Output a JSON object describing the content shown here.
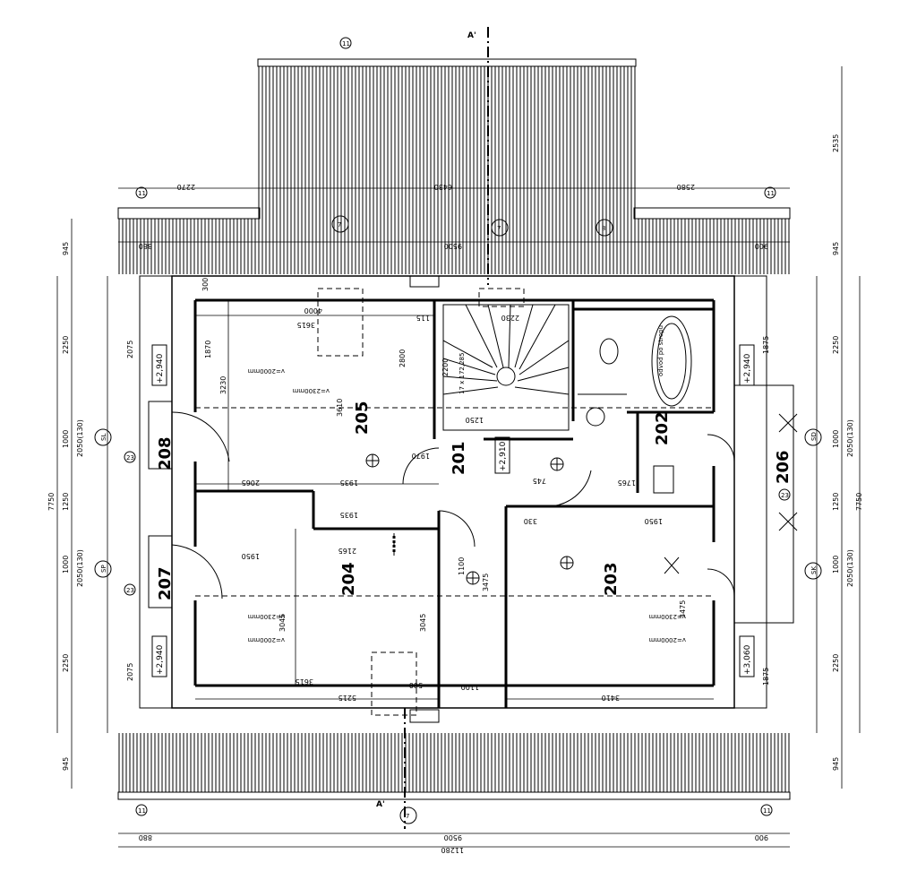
{
  "rooms": [
    {
      "number": "201"
    },
    {
      "number": "202"
    },
    {
      "number": "203"
    },
    {
      "number": "204"
    },
    {
      "number": "205"
    },
    {
      "number": "206"
    },
    {
      "number": "207"
    },
    {
      "number": "208"
    }
  ],
  "levels": {
    "nw": "+2,940",
    "sw": "+2,940",
    "ne": "+2,940",
    "se": "+3,060",
    "center1": "+2,910"
  },
  "heights": {
    "h205a": "v=2000mm",
    "h205b": "v=2300mm",
    "h204a": "v=2300mm",
    "h204b": "v=2000mm",
    "h203a": "v=2300mm",
    "h203b": "v=2000mm"
  },
  "section": {
    "label_top": "A'",
    "label_bottom": "A'",
    "axis": "7"
  },
  "dims_left": [
    "945",
    "2250",
    "1000",
    "1250",
    "1000",
    "2250",
    "945"
  ],
  "dims_left_outer": "7750",
  "dims_left_inner": [
    "2075",
    "2050(130)",
    "2050(130)",
    "2075"
  ],
  "dims_right": [
    "2535",
    "945",
    "2250",
    "1000",
    "1250",
    "1000",
    "2250",
    "945"
  ],
  "dims_right_outer": "7750",
  "dims_right_inner": [
    "1875",
    "2050(130)",
    "2050(130)",
    "1875"
  ],
  "dims_bottom": [
    "880",
    "9500",
    "900"
  ],
  "dims_bottom_total": "11280",
  "dims_top": [
    "2270",
    "6430",
    "2580"
  ],
  "dims_top_inner": [
    "880",
    "9500",
    "900"
  ],
  "room_dims": {
    "r205_w": "4000",
    "r205_w2": "3615",
    "r205_h": "3230",
    "r205_h2": "2800",
    "r205_h3": "3610",
    "r205_h4": "1870",
    "r204_w": "3615",
    "r204_w2": "5215",
    "r204_w3": "2165",
    "r204_h": "3045",
    "r204_h2": "3045",
    "r204_h3": "1950",
    "r203_w": "3410",
    "r203_w2": "1950",
    "r203_h": "3475",
    "r203_h2": "3475",
    "stair": "17 x 172,285",
    "wall_115": "115",
    "wall_300": "300",
    "wall_500": "500",
    "misc_1935a": "1935",
    "misc_1935b": "1935",
    "misc_2065": "2065",
    "misc_1250": "1250",
    "misc_1100a": "1100",
    "misc_1100b": "1100",
    "misc_1970": "1970",
    "misc_1765": "1765",
    "misc_2230": "2230",
    "misc_2200": "2200",
    "misc_330": "330",
    "misc_745": "745"
  },
  "bath_note": "odvod po stropu",
  "labels": {
    "sl": "SL",
    "sp": "SP",
    "sk": "SK",
    "sd": "SD",
    "axis11a": "11",
    "axis11b": "11",
    "axis11c": "11",
    "axis11d": "11",
    "axis11e": "11",
    "axis8": "8",
    "axis7a": "7",
    "axis7b": "7",
    "c23a": "23",
    "c23b": "23",
    "c23c": "23"
  }
}
